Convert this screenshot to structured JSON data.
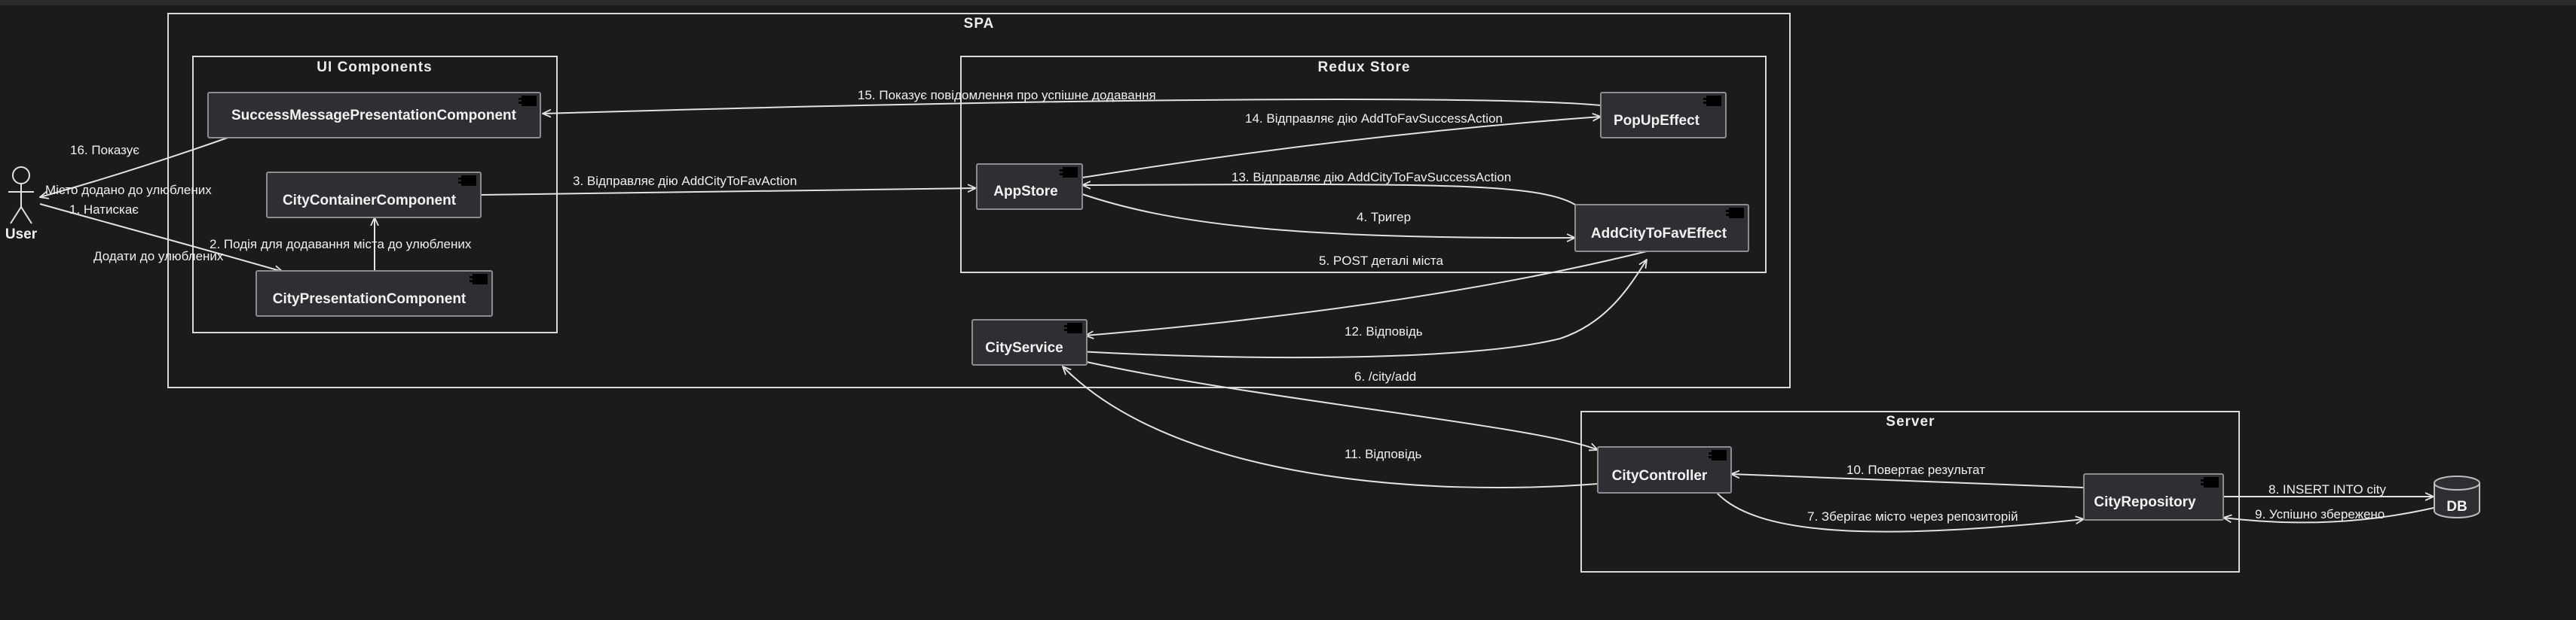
{
  "frames": {
    "spa": "SPA",
    "ui_components": "UI Components",
    "redux_store": "Redux Store",
    "server": "Server"
  },
  "actor": {
    "label": "User"
  },
  "database": {
    "label": "DB"
  },
  "components": {
    "success_message": "SuccessMessagePresentationComponent",
    "city_container": "CityContainerComponent",
    "city_presentation": "CityPresentationComponent",
    "app_store": "AppStore",
    "popup_effect": "PopUpEffect",
    "add_city_effect": "AddCityToFavEffect",
    "city_service": "CityService",
    "city_controller": "CityController",
    "city_repository": "CityRepository"
  },
  "edges": {
    "e1": "1. Натискає",
    "e1b": "Додати до улюблених",
    "e2": "2. Подія для додавання міста до улюблених",
    "e3": "3. Відправляє дію AddCityToFavAction",
    "e4": "4. Тригер",
    "e5": "5. POST деталі міста",
    "e6": "6. /city/add",
    "e7": "7. Зберігає місто через репозиторій",
    "e8": "8. INSERT INTO city",
    "e9": "9. Успішно збережено",
    "e10": "10. Повертає результат",
    "e11": "11. Відповідь",
    "e12": "12. Відповідь",
    "e13": "13. Відправляє дію AddCityToFavSuccessAction",
    "e14": "14. Відправляє дію AddToFavSuccessAction",
    "e15": "15. Показує повідомлення про успішне додавання",
    "e16": "16. Показує",
    "e16b": "Місто додано до улюблених"
  }
}
